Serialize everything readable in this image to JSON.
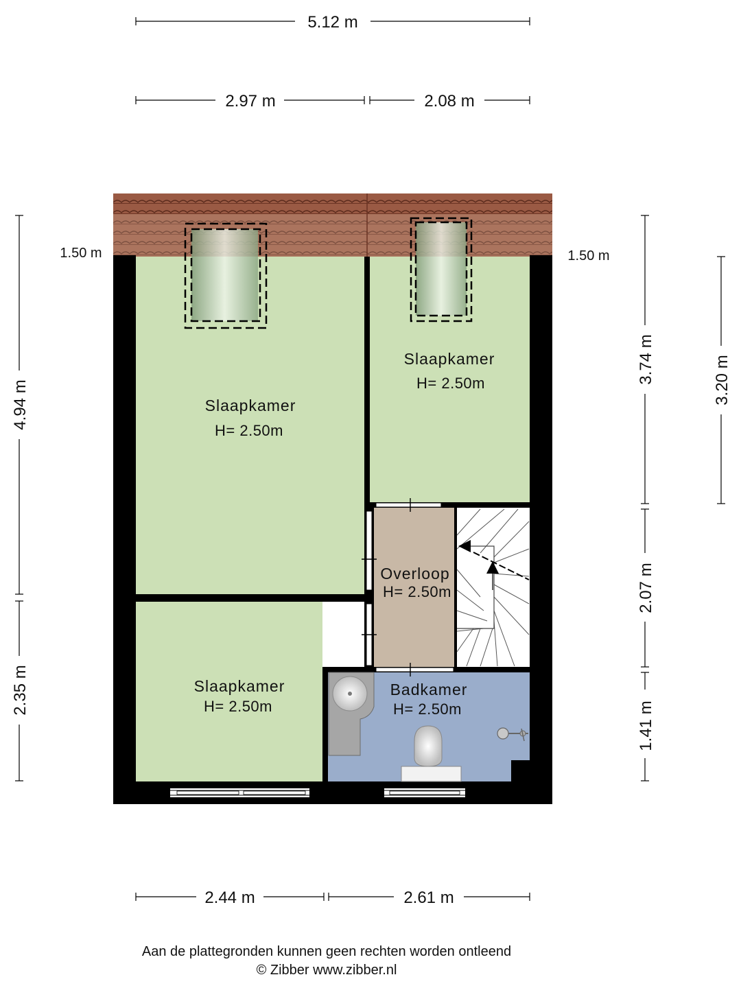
{
  "dimensions": {
    "top_total": "5.12 m",
    "top_left": "2.97 m",
    "top_right": "2.08 m",
    "bottom_left": "2.44 m",
    "bottom_right": "2.61 m",
    "left_upper": "4.94 m",
    "left_lower": "2.35 m",
    "right_upper": "3.74 m",
    "right_middle": "2.07 m",
    "right_lower": "1.41 m",
    "far_right": "3.20 m",
    "eave_left": "1.50 m",
    "eave_right": "1.50 m"
  },
  "rooms": [
    {
      "name": "Slaapkamer",
      "height": "H= 2.50m"
    },
    {
      "name": "Slaapkamer",
      "height": "H= 2.50m"
    },
    {
      "name": "Slaapkamer",
      "height": "H= 2.50m"
    },
    {
      "name": "Overloop",
      "height": "H= 2.50m"
    },
    {
      "name": "Badkamer",
      "height": "H= 2.50m"
    }
  ],
  "colors": {
    "bedroom": "#cce0b6",
    "landing": "#c8b8a6",
    "bathroom": "#9aadcb",
    "wall": "#000000",
    "roof": "#8a4a36"
  },
  "footer": {
    "disclaimer": "Aan de plattegronden kunnen geen rechten worden ontleend",
    "credit": "© Zibber www.zibber.nl"
  }
}
